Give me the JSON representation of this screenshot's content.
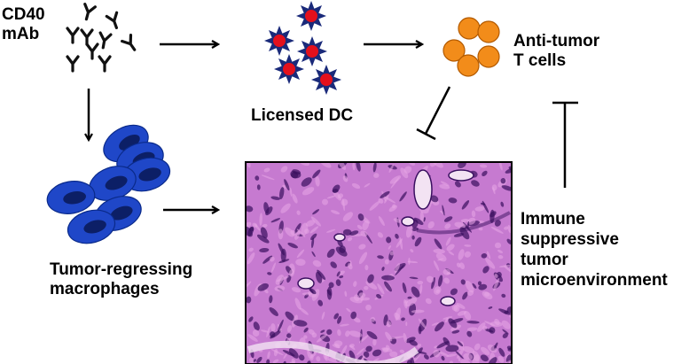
{
  "labels": {
    "cd40_line1": "CD40",
    "cd40_line2": "mAb",
    "licensed_dc": "Licensed DC",
    "t_cells_line1": "Anti-tumor",
    "t_cells_line2": "T cells",
    "macrophages_line1": "Tumor-regressing",
    "macrophages_line2": "macrophages",
    "tme_line1": "Immune",
    "tme_line2": "suppressive",
    "tme_line3": "tumor",
    "tme_line4": "microenvironment"
  },
  "colors": {
    "antibody": "#111111",
    "dc_body": "#1a2a7a",
    "dc_nucleus": "#e4101c",
    "t_cell": "#f28c1a",
    "t_cell_outline": "#b35a00",
    "macrophage": "#1f47c8",
    "macrophage_nucleus": "#0c1f66",
    "tissue_base": "#c67ad0",
    "tissue_dark": "#3a1060",
    "tissue_pink": "#e8a6e6"
  },
  "icons": [
    "antibody-icon",
    "dendritic-cell-icon",
    "t-cell-icon",
    "macrophage-icon",
    "arrow-icon",
    "inhibition-icon",
    "histology-image"
  ]
}
